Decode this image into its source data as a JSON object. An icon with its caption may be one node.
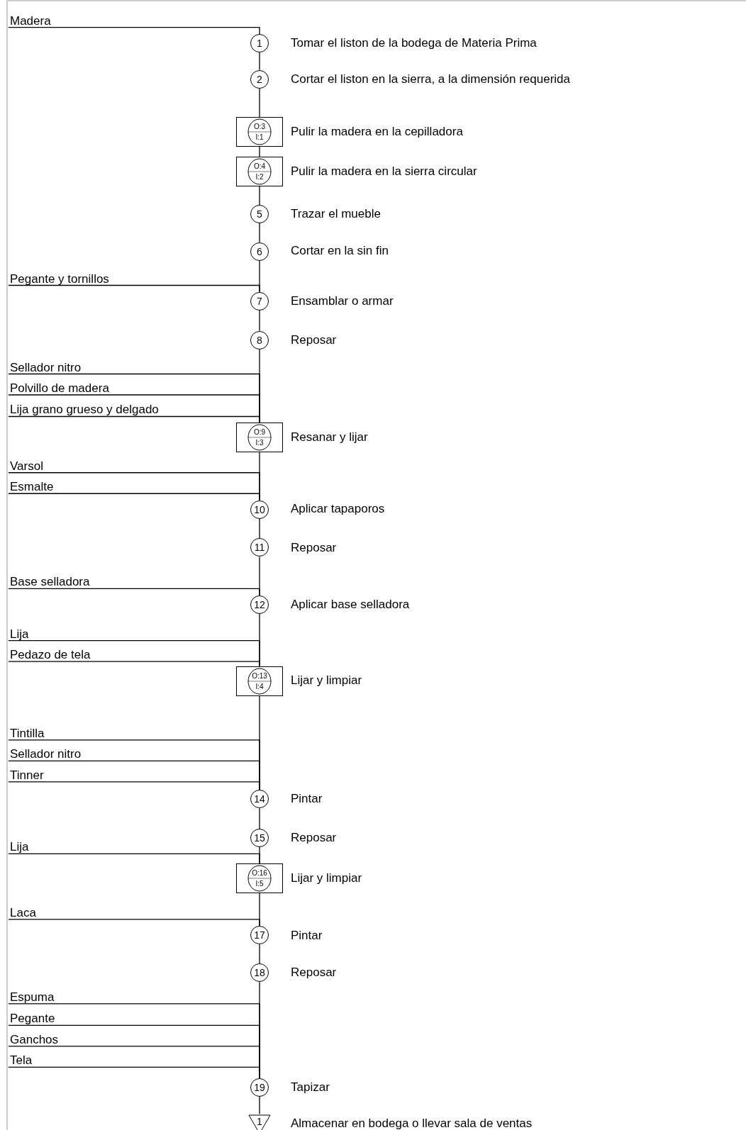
{
  "diagram": {
    "nodes": [
      {
        "text": [
          "Madera"
        ]
      },
      {
        "text": [
          "1"
        ],
        "beside": [
          "Tomar el liston de la bodega de Materia Prima"
        ]
      },
      {
        "text": [
          "2"
        ],
        "beside": [
          "Cortar el liston en la sierra, a la dimensión requerida"
        ]
      },
      {
        "text": [
          "O:3",
          "I:1"
        ],
        "beside": [
          "Pulir la madera en la cepilladora"
        ]
      },
      {
        "text": [
          "O:4",
          "I:2"
        ],
        "beside": [
          "Pulir la madera en la sierra circular"
        ]
      },
      {
        "text": [
          "5"
        ],
        "beside": [
          "Trazar el mueble"
        ]
      },
      {
        "text": [
          "6"
        ],
        "beside": [
          "Cortar en la sin fin"
        ]
      },
      {
        "text": [
          "Pegante y tornillos"
        ]
      },
      {
        "text": [
          "7"
        ],
        "beside": [
          "Ensamblar o armar"
        ]
      },
      {
        "text": [
          "8"
        ],
        "beside": [
          "Reposar"
        ]
      },
      {
        "text": [
          "Sellador nitro"
        ]
      },
      {
        "text": [
          "Polvillo de madera"
        ]
      },
      {
        "text": [
          "Lija grano grueso y delgado"
        ]
      },
      {
        "text": [
          "O:9",
          "I:3"
        ],
        "beside": [
          "Resanar y lijar"
        ]
      },
      {
        "text": [
          "Varsol"
        ]
      },
      {
        "text": [
          "Esmalte"
        ]
      },
      {
        "text": [
          "10"
        ],
        "beside": [
          "Aplicar tapaporos"
        ]
      },
      {
        "text": [
          "11"
        ],
        "beside": [
          "Reposar"
        ]
      },
      {
        "text": [
          "Base selladora"
        ]
      },
      {
        "text": [
          "12"
        ],
        "beside": [
          "Aplicar base selladora"
        ]
      },
      {
        "text": [
          "Lija"
        ]
      },
      {
        "text": [
          "Pedazo de tela"
        ]
      },
      {
        "text": [
          "O:13",
          "I:4"
        ],
        "beside": [
          "Lijar y limpiar"
        ]
      },
      {
        "text": [
          "Tintilla"
        ]
      },
      {
        "text": [
          "Sellador nitro"
        ]
      },
      {
        "text": [
          "Tinner"
        ]
      },
      {
        "text": [
          "14"
        ],
        "beside": [
          "Pintar"
        ]
      },
      {
        "text": [
          "15"
        ],
        "beside": [
          "Reposar"
        ]
      },
      {
        "text": [
          "Lija"
        ]
      },
      {
        "text": [
          "O:16",
          "I:5"
        ],
        "beside": [
          "Lijar y limpiar"
        ]
      },
      {
        "text": [
          "Laca"
        ]
      },
      {
        "text": [
          "17"
        ],
        "beside": [
          "Pintar"
        ]
      },
      {
        "text": [
          "18"
        ],
        "beside": [
          "Reposar"
        ]
      },
      {
        "text": [
          "Espuma"
        ]
      },
      {
        "text": [
          "Pegante"
        ]
      },
      {
        "text": [
          "Ganchos"
        ]
      },
      {
        "text": [
          "Tela"
        ]
      },
      {
        "text": [
          "19"
        ],
        "beside": [
          "Tapizar"
        ]
      },
      {
        "text": [
          "1"
        ],
        "beside": [
          "Almacenar en bodega o llevar sala de ventas"
        ]
      }
    ],
    "edges": [
      {
        "from": 0,
        "to": 1,
        "arrow": "none"
      },
      {
        "from": 1,
        "to": 2,
        "arrow": "none"
      },
      {
        "from": 2,
        "to": 3,
        "arrow": "none"
      },
      {
        "from": 3,
        "to": 4,
        "arrow": "none"
      },
      {
        "from": 4,
        "to": 5,
        "arrow": "none"
      },
      {
        "from": 5,
        "to": 6,
        "arrow": "none"
      },
      {
        "from": 6,
        "to": 8,
        "arrow": "none"
      },
      {
        "from": 7,
        "to": 8,
        "arrow": "none"
      },
      {
        "from": 8,
        "to": 9,
        "arrow": "none"
      },
      {
        "from": 9,
        "to": 13,
        "arrow": "none"
      },
      {
        "from": 10,
        "to": 13,
        "arrow": "none"
      },
      {
        "from": 11,
        "to": 13,
        "arrow": "none"
      },
      {
        "from": 12,
        "to": 13,
        "arrow": "none"
      },
      {
        "from": 13,
        "to": 16,
        "arrow": "none"
      },
      {
        "from": 14,
        "to": 16,
        "arrow": "none"
      },
      {
        "from": 15,
        "to": 16,
        "arrow": "none"
      },
      {
        "from": 16,
        "to": 17,
        "arrow": "none"
      },
      {
        "from": 17,
        "to": 19,
        "arrow": "none"
      },
      {
        "from": 18,
        "to": 19,
        "arrow": "none"
      },
      {
        "from": 19,
        "to": 22,
        "arrow": "none"
      },
      {
        "from": 20,
        "to": 22,
        "arrow": "none"
      },
      {
        "from": 21,
        "to": 22,
        "arrow": "none"
      },
      {
        "from": 22,
        "to": 26,
        "arrow": "none"
      },
      {
        "from": 23,
        "to": 26,
        "arrow": "none"
      },
      {
        "from": 24,
        "to": 26,
        "arrow": "none"
      },
      {
        "from": 25,
        "to": 26,
        "arrow": "none"
      },
      {
        "from": 26,
        "to": 27,
        "arrow": "none"
      },
      {
        "from": 27,
        "to": 29,
        "arrow": "none"
      },
      {
        "from": 28,
        "to": 29,
        "arrow": "none"
      },
      {
        "from": 29,
        "to": 31,
        "arrow": "none"
      },
      {
        "from": 30,
        "to": 31,
        "arrow": "none"
      },
      {
        "from": 31,
        "to": 32,
        "arrow": "none"
      },
      {
        "from": 32,
        "to": 37,
        "arrow": "none"
      },
      {
        "from": 33,
        "to": 37,
        "arrow": "none"
      },
      {
        "from": 34,
        "to": 37,
        "arrow": "none"
      },
      {
        "from": 35,
        "to": 37,
        "arrow": "none"
      },
      {
        "from": 36,
        "to": 37,
        "arrow": "none"
      },
      {
        "from": 37,
        "to": 38,
        "arrow": "none"
      }
    ]
  }
}
